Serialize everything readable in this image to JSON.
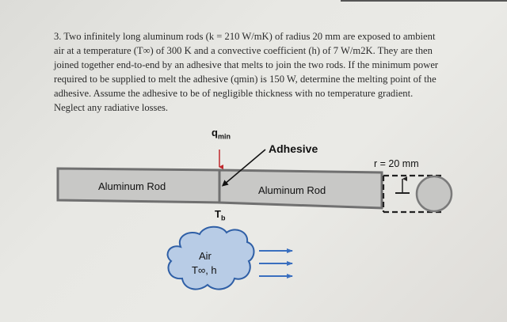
{
  "problem": {
    "number": "3.",
    "lines": [
      "3. Two infinitely long aluminum rods (k = 210 W/mK) of radius 20 mm are exposed to ambient",
      "air at a temperature (T∞) of 300 K and a convective coefficient (h) of 7 W/m2K. They are then",
      "joined together end-to-end by an adhesive that melts to join the two rods. If the minimum power",
      "required to be supplied to melt the adhesive (qmin) is 150 W, determine the melting point of the",
      "adhesive. Assume the adhesive to be of negligible thickness with no temperature gradient.",
      "Neglect any radiative losses."
    ],
    "given": {
      "k": "210 W/mK",
      "radius": "20 mm",
      "T_inf": "300 K",
      "h": "7 W/m2K",
      "q_min": "150 W"
    }
  },
  "diagram": {
    "q_label": "q",
    "q_sub": "min",
    "adhesive_label": "Adhesive",
    "radius_label": "r = 20 mm",
    "left_rod_label": "Aluminum Rod",
    "right_rod_label": "Aluminum Rod",
    "tb_label": "T",
    "tb_sub": "b",
    "air_label": "Air",
    "air_sub_label": "T∞, h",
    "colors": {
      "rod_fill": "#c8c8c6",
      "rod_stroke": "#707070",
      "heat_arrow": "#c0282c",
      "cloud_fill": "#b8cce6",
      "cloud_stroke": "#2f5fa6",
      "flow_arrow": "#3a6fbf"
    }
  }
}
